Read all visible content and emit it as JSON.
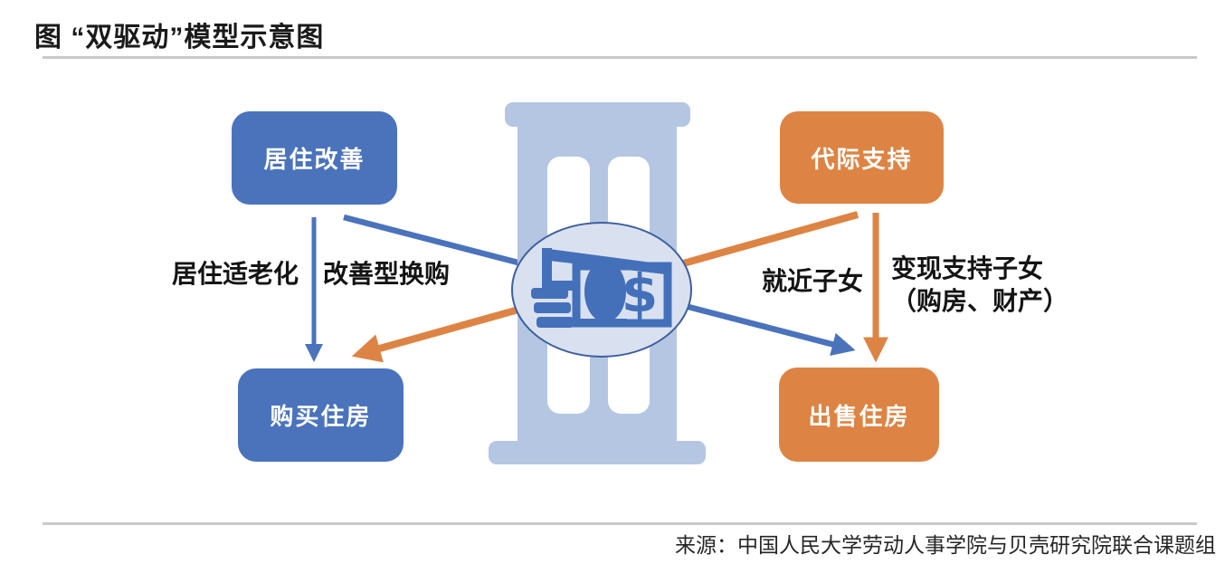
{
  "title": "图 “双驱动”模型示意图",
  "source": "来源：中国人民大学劳动人事学院与贝壳研究院联合课题组",
  "colors": {
    "node_blue": "#4a73bc",
    "node_orange": "#dd8444",
    "building_light_blue": "#b5c6e3",
    "ellipse_fill": "#d9e1f1",
    "ellipse_border": "#3f5f9e",
    "money_icon_blue": "#4470ba",
    "rule_gray": "#c9c9c9"
  },
  "nodes": {
    "housing_improvement": {
      "label": "居住改善",
      "color": "blue"
    },
    "intergenerational_support": {
      "label": "代际支持",
      "color": "orange"
    },
    "buy_housing": {
      "label": "购买住房",
      "color": "blue"
    },
    "sell_housing": {
      "label": "出售住房",
      "color": "orange"
    }
  },
  "edges": {
    "aging_friendly": {
      "label": "居住适老化",
      "from": "housing_improvement",
      "to": "buy_housing",
      "color": "blue"
    },
    "trade_up": {
      "label": "改善型换购",
      "from": "housing_improvement",
      "to": "sell_housing",
      "color": "blue"
    },
    "near_children": {
      "label": "就近子女",
      "from": "intergenerational_support",
      "to": "buy_housing",
      "color": "orange"
    },
    "monetize_support": {
      "label_line1": "变现支持子女",
      "label_line2": "（购房、财产）",
      "from": "intergenerational_support",
      "to": "sell_housing",
      "color": "orange"
    }
  },
  "center_icon": "building-with-money"
}
